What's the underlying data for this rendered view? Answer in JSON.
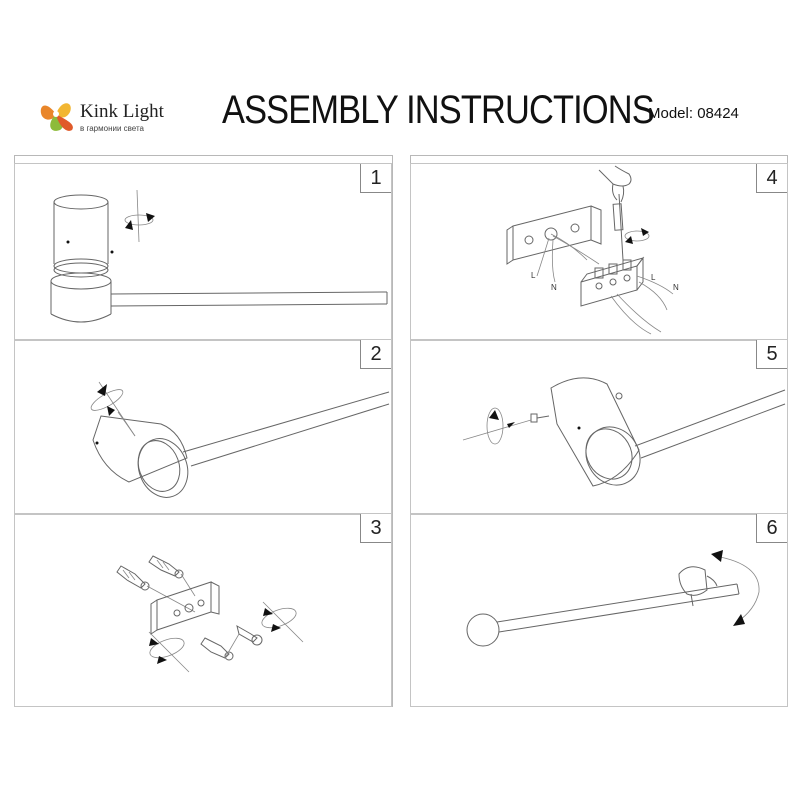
{
  "header": {
    "brand_name": "Kink Light",
    "brand_tagline": "в гармонии света",
    "title": "ASSEMBLY INSTRUCTIONS",
    "model": "Model: 08424"
  },
  "steps": [
    {
      "number": "1"
    },
    {
      "number": "2"
    },
    {
      "number": "3"
    },
    {
      "number": "4",
      "wire_labels": [
        "L",
        "N",
        "L",
        "N"
      ]
    },
    {
      "number": "5"
    },
    {
      "number": "6"
    }
  ],
  "icons": [
    "kink-light-logo-icon",
    "rotate-arrow-icon",
    "screwdriver-icon",
    "hand-icon",
    "wall-plug-icon",
    "screw-icon",
    "terminal-block-icon",
    "mounting-bracket-icon"
  ]
}
